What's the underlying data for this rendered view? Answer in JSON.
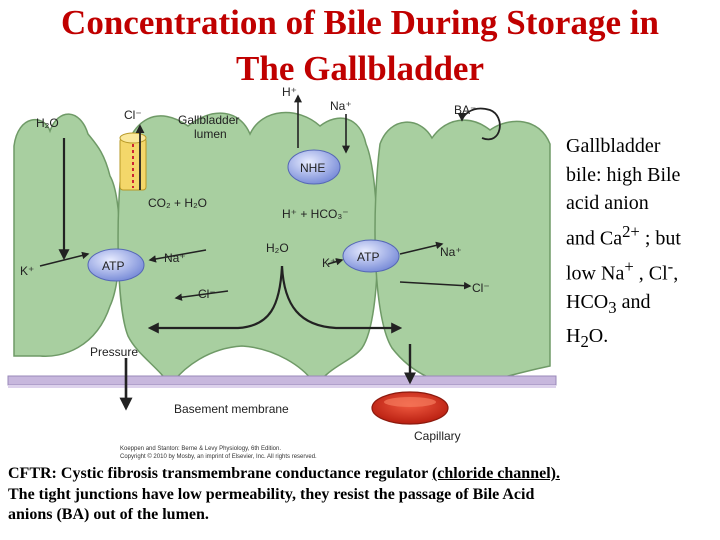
{
  "title": {
    "line1": "Concentration of Bile During Storage in",
    "line2": "The Gallbladder"
  },
  "diagram": {
    "labels": {
      "h2o_top": "H₂O",
      "cl_top": "Cl⁻",
      "gb_lumen_1": "Gallbladder",
      "gb_lumen_2": "lumen",
      "h_plus": "H⁺",
      "na_top": "Na⁺",
      "ba": "BA⁻",
      "nhe": "NHE",
      "co2_h2o": "CO₂ + H₂O",
      "h_hco3": "H⁺ + HCO₃⁻",
      "atp_left": "ATP",
      "atp_right": "ATP",
      "na_left": "Na⁺",
      "na_right": "Na⁺",
      "k_left": "K⁺",
      "k_mid": "K⁺",
      "h2o_mid": "H₂O",
      "cl_left": "Cl⁻",
      "cl_right": "Cl⁻",
      "pressure": "Pressure",
      "basement": "Basement membrane",
      "capillary": "Capillary",
      "credit_1": "Koeppen and Stanton: Berne & Levy Physiology, 6th Edition.",
      "credit_2": "Copyright © 2010 by Mosby, an imprint of Elsevier, Inc. All rights reserved."
    }
  },
  "side_text": {
    "l1": "Gallbladder",
    "l2": "bile: high Bile",
    "l3": "acid anion",
    "l4a": "and Ca",
    "l4sup": "2+",
    "l4b": " ; but",
    "l5a": "low Na",
    "l5sup1": "+",
    "l5b": " , Cl",
    "l5sup2": "-",
    "l5c": ",",
    "l6a": "HCO",
    "l6sub": "3",
    "l6b": " and",
    "l7a": "H",
    "l7sub": "2",
    "l7b": "O."
  },
  "caption": {
    "part1": "CFTR: Cystic fibrosis transmembrane conductance regulator ",
    "part2": "(chloride channel).",
    "line2": "The tight junctions have low permeability, they resist the passage of Bile Acid",
    "line3": "anions (BA) out of the lumen."
  }
}
